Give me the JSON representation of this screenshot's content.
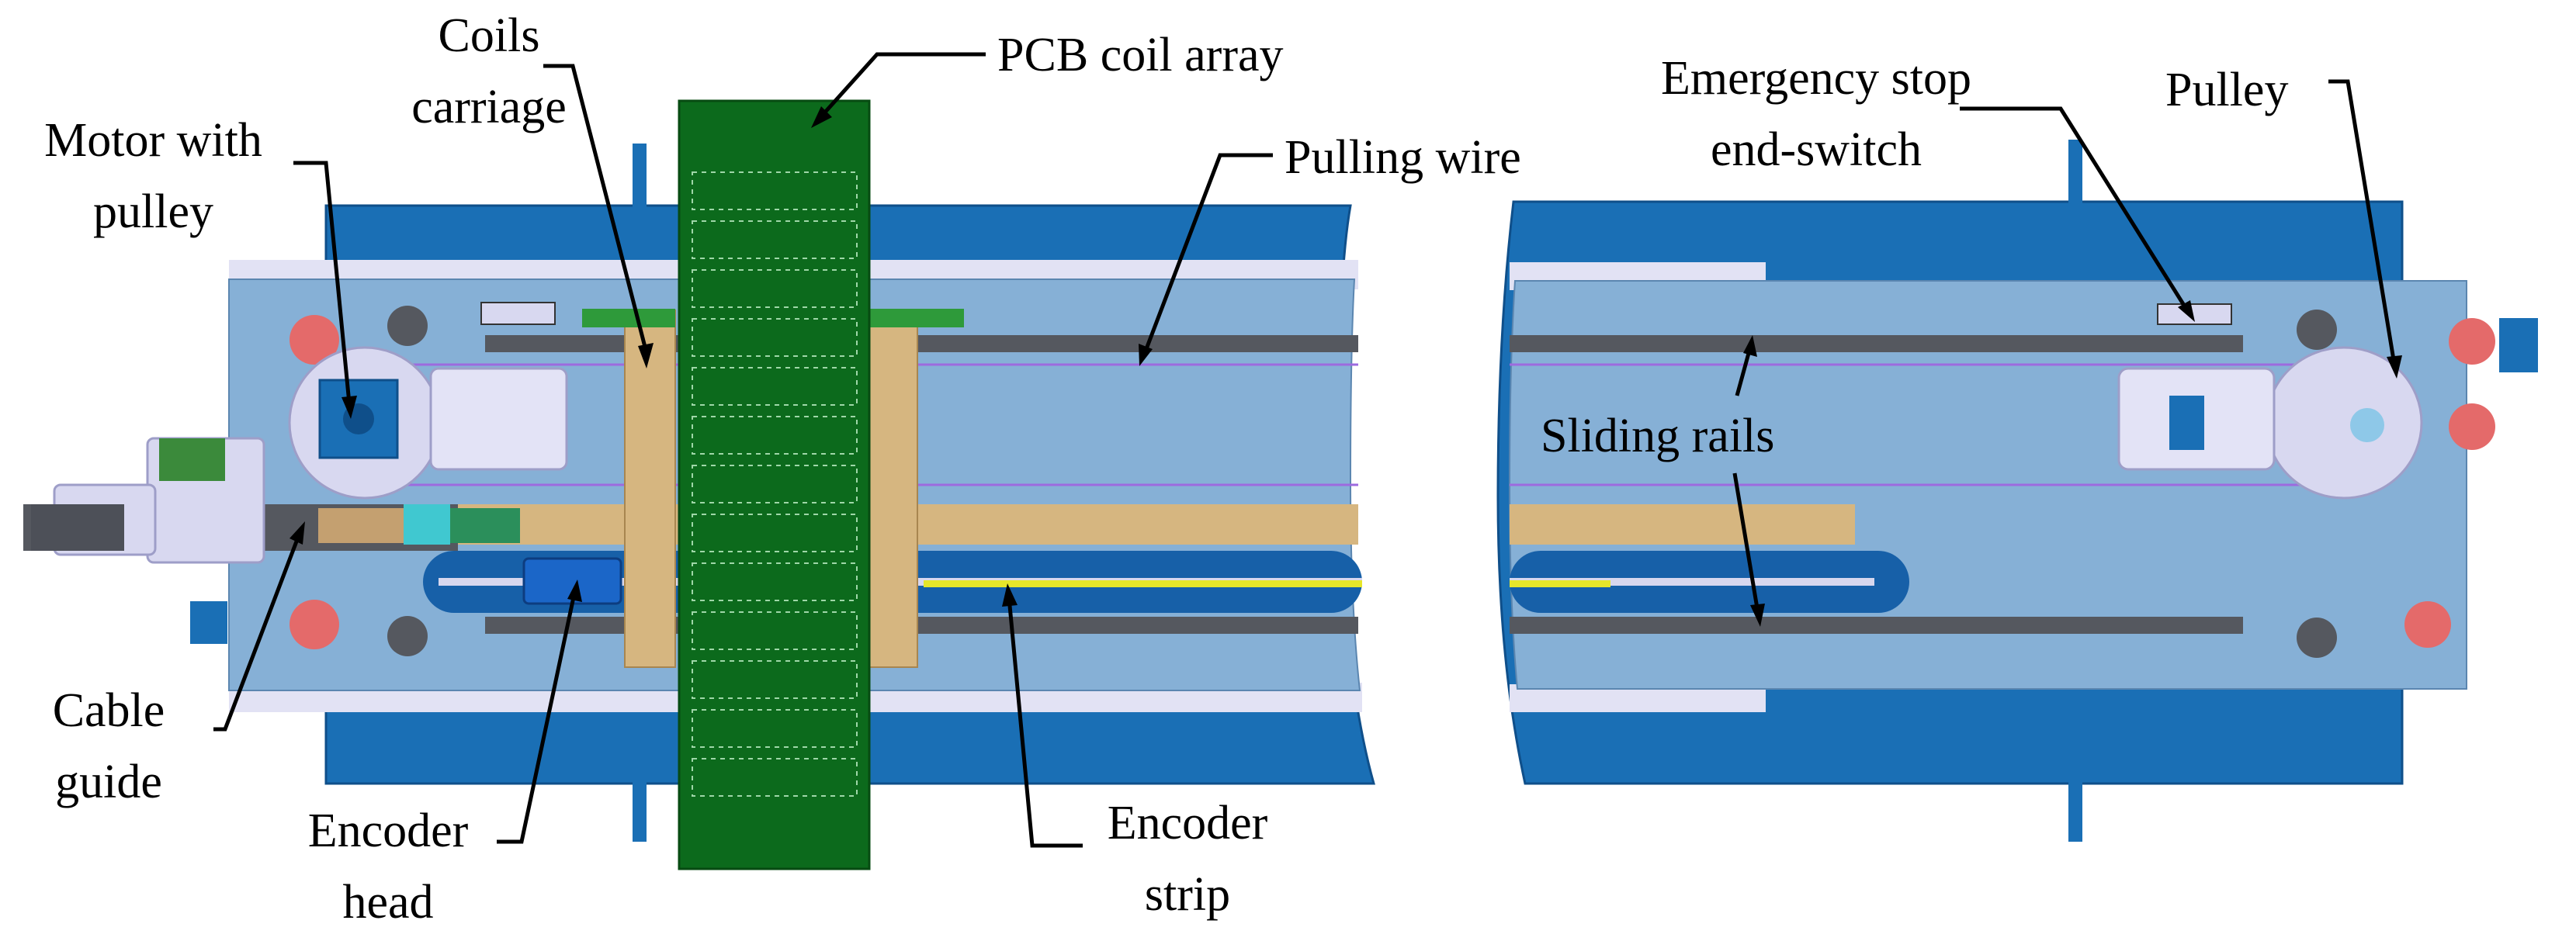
{
  "labels": {
    "coils_carriage": [
      "Coils",
      "carriage"
    ],
    "pcb_coil_array": "PCB coil array",
    "motor_with_pulley": [
      "Motor with",
      "pulley"
    ],
    "pulling_wire": "Pulling wire",
    "emergency_stop": [
      "Emergency stop",
      "end-switch"
    ],
    "pulley": "Pulley",
    "sliding_rails": "Sliding rails",
    "cable_guide": [
      "Cable",
      "guide"
    ],
    "encoder_head": [
      "Encoder",
      "head"
    ],
    "encoder_strip": [
      "Encoder",
      "strip"
    ]
  },
  "colors": {
    "frame_blue": "#1a6fb5",
    "frame_blue_dark": "#0f5a9c",
    "plate_blue": "#86b0d6",
    "rail_grey": "#55585f",
    "carriage_tan": "#d6b680",
    "pcb_green": "#0c6a1c",
    "encoder_yellow": "#e6e62a",
    "slot_blue": "#1760a8",
    "magnet_red": "#e46a6a",
    "lavender": "#d8d8f0",
    "pulling_wire": "#9d6adf"
  }
}
